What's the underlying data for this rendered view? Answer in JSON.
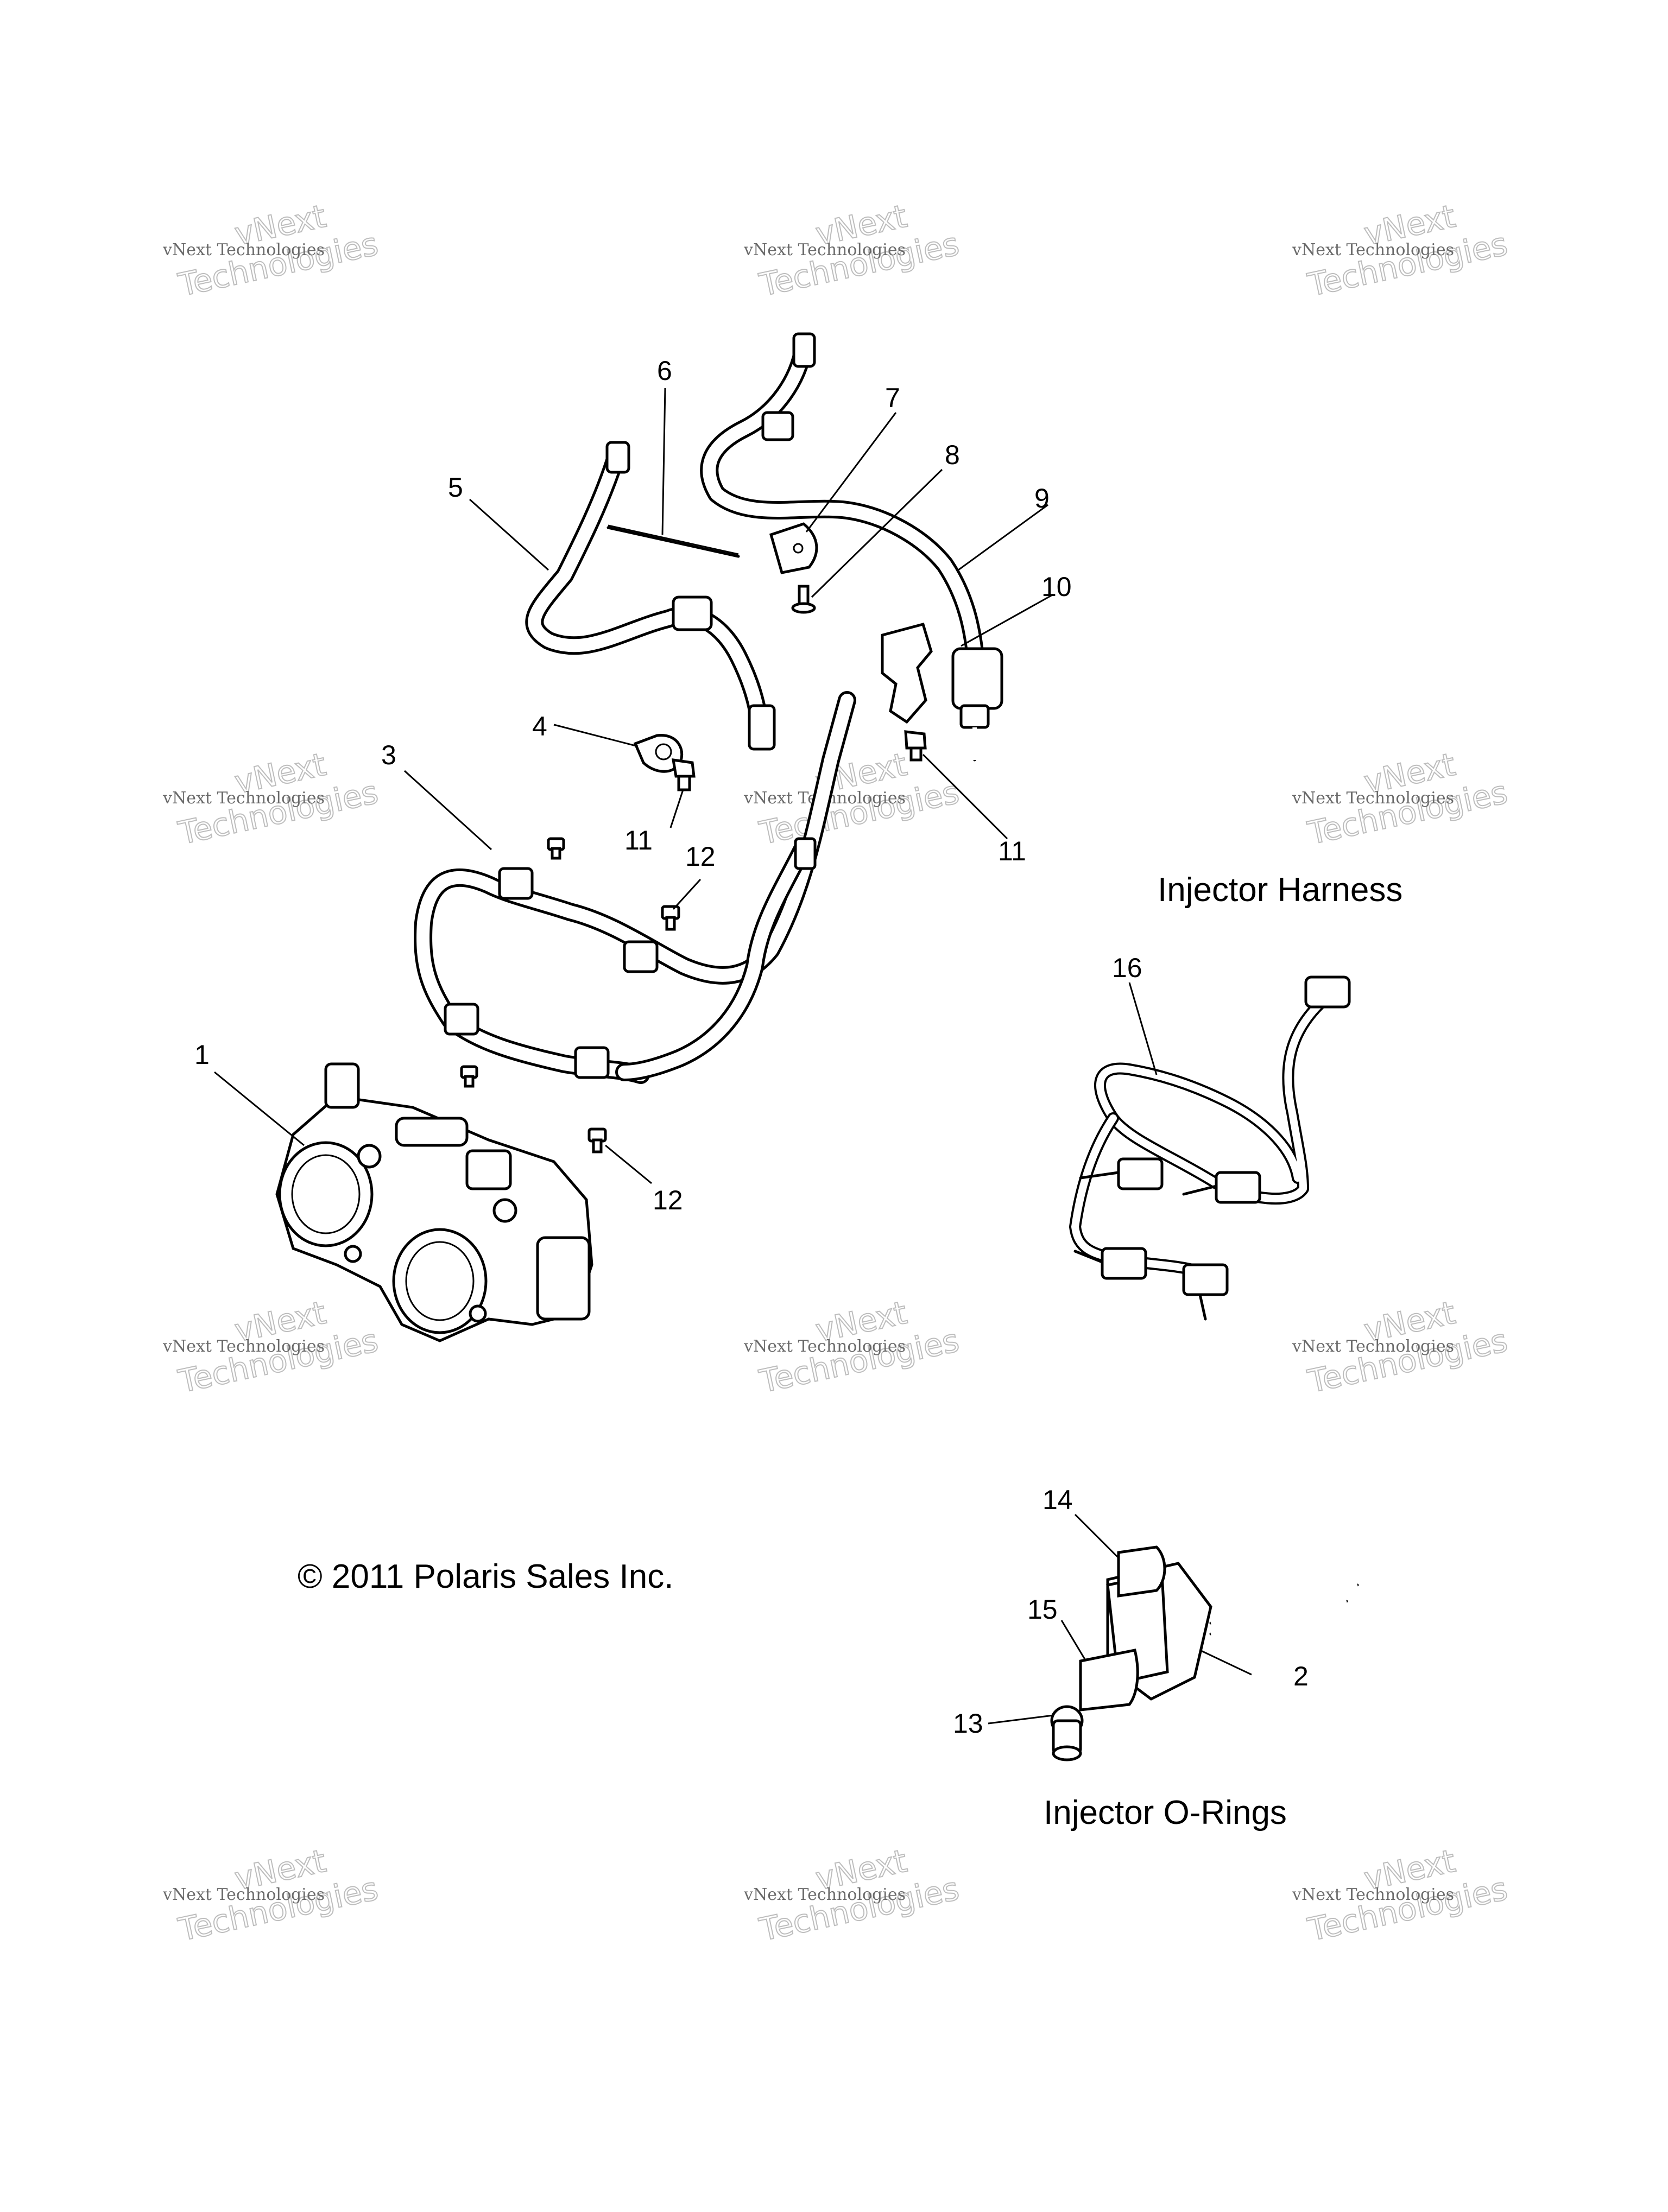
{
  "diagram": {
    "callouts": {
      "c1": "1",
      "c2": "2",
      "c3": "3",
      "c4": "4",
      "c5": "5",
      "c6": "6",
      "c7": "7",
      "c8": "8",
      "c9": "9",
      "c10": "10",
      "c11a": "11",
      "c11b": "11",
      "c12a": "12",
      "c12b": "12",
      "c13": "13",
      "c14": "14",
      "c15": "15",
      "c16": "16"
    },
    "section_labels": {
      "injector_harness": "Injector Harness",
      "injector_orings": "Injector O-Rings"
    },
    "copyright": "© 2011 Polaris Sales Inc.",
    "watermark": {
      "line1": "vNext Technologies",
      "line2": "Technologies",
      "line3": "vNext"
    }
  }
}
